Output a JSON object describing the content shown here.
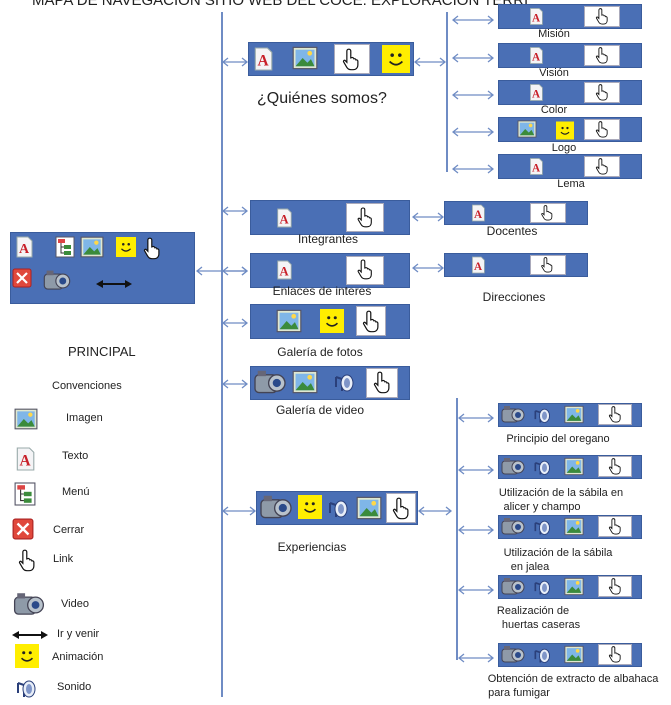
{
  "title": "MAPA DE NAVEGACIÓN SITIO WEB DEL COCE. EXPLORACIÓN TERRI",
  "principal": "PRINCIPAL",
  "quienes": "¿Quiénes somos?",
  "quienes_items": [
    "Misión",
    "Visión",
    "Color",
    "Logo",
    "Lema"
  ],
  "integrantes": "Integrantes",
  "docentes": "Docentes",
  "enlaces": "Enlaces de interes",
  "direcciones": "Direcciones",
  "galeria_fotos": "Galería de fotos",
  "galeria_video": "Galería de video",
  "experiencias": "Experiencias",
  "experiencias_items": [
    "Principio del oregano",
    "Utilización de la sábila en",
    "alicer y champo",
    "Utilización de la sábila",
    "en jalea",
    "Realización de",
    "huertas caseras",
    "Obtención de extracto de albahaca",
    "para fumigar"
  ],
  "convenciones": {
    "title": "Convenciones",
    "items": [
      "Imagen",
      "Texto",
      "Menú",
      "Cerrar",
      "Link",
      "Video",
      "Ir y venir",
      "Animación",
      "Sonido"
    ]
  },
  "colors": {
    "box": "#4a6fb5",
    "line": "#6f8cc4",
    "smile": "#ffee00"
  }
}
